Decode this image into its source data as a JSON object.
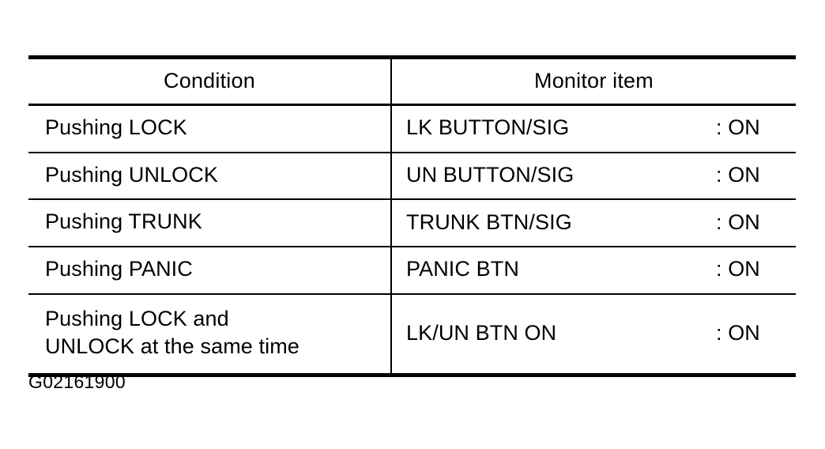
{
  "figure": {
    "caption": "G02161900"
  },
  "table": {
    "columns": [
      {
        "key": "condition",
        "header": "Condition"
      },
      {
        "key": "monitor",
        "header": "Monitor item"
      }
    ],
    "rows": [
      {
        "condition_lines": [
          "Pushing LOCK"
        ],
        "monitor_name": "LK BUTTON/SIG",
        "monitor_value": ": ON"
      },
      {
        "condition_lines": [
          "Pushing UNLOCK"
        ],
        "monitor_name": "UN BUTTON/SIG",
        "monitor_value": ": ON"
      },
      {
        "condition_lines": [
          "Pushing TRUNK"
        ],
        "monitor_name": "TRUNK BTN/SIG",
        "monitor_value": ": ON"
      },
      {
        "condition_lines": [
          "Pushing PANIC"
        ],
        "monitor_name": "PANIC BTN",
        "monitor_value": ": ON"
      },
      {
        "condition_lines": [
          "Pushing LOCK and",
          "UNLOCK at the same time"
        ],
        "monitor_name": "LK/UN BTN ON",
        "monitor_value": ": ON"
      }
    ]
  },
  "style": {
    "text_color": "#000000",
    "background_color": "#ffffff",
    "rule_color": "#000000"
  }
}
